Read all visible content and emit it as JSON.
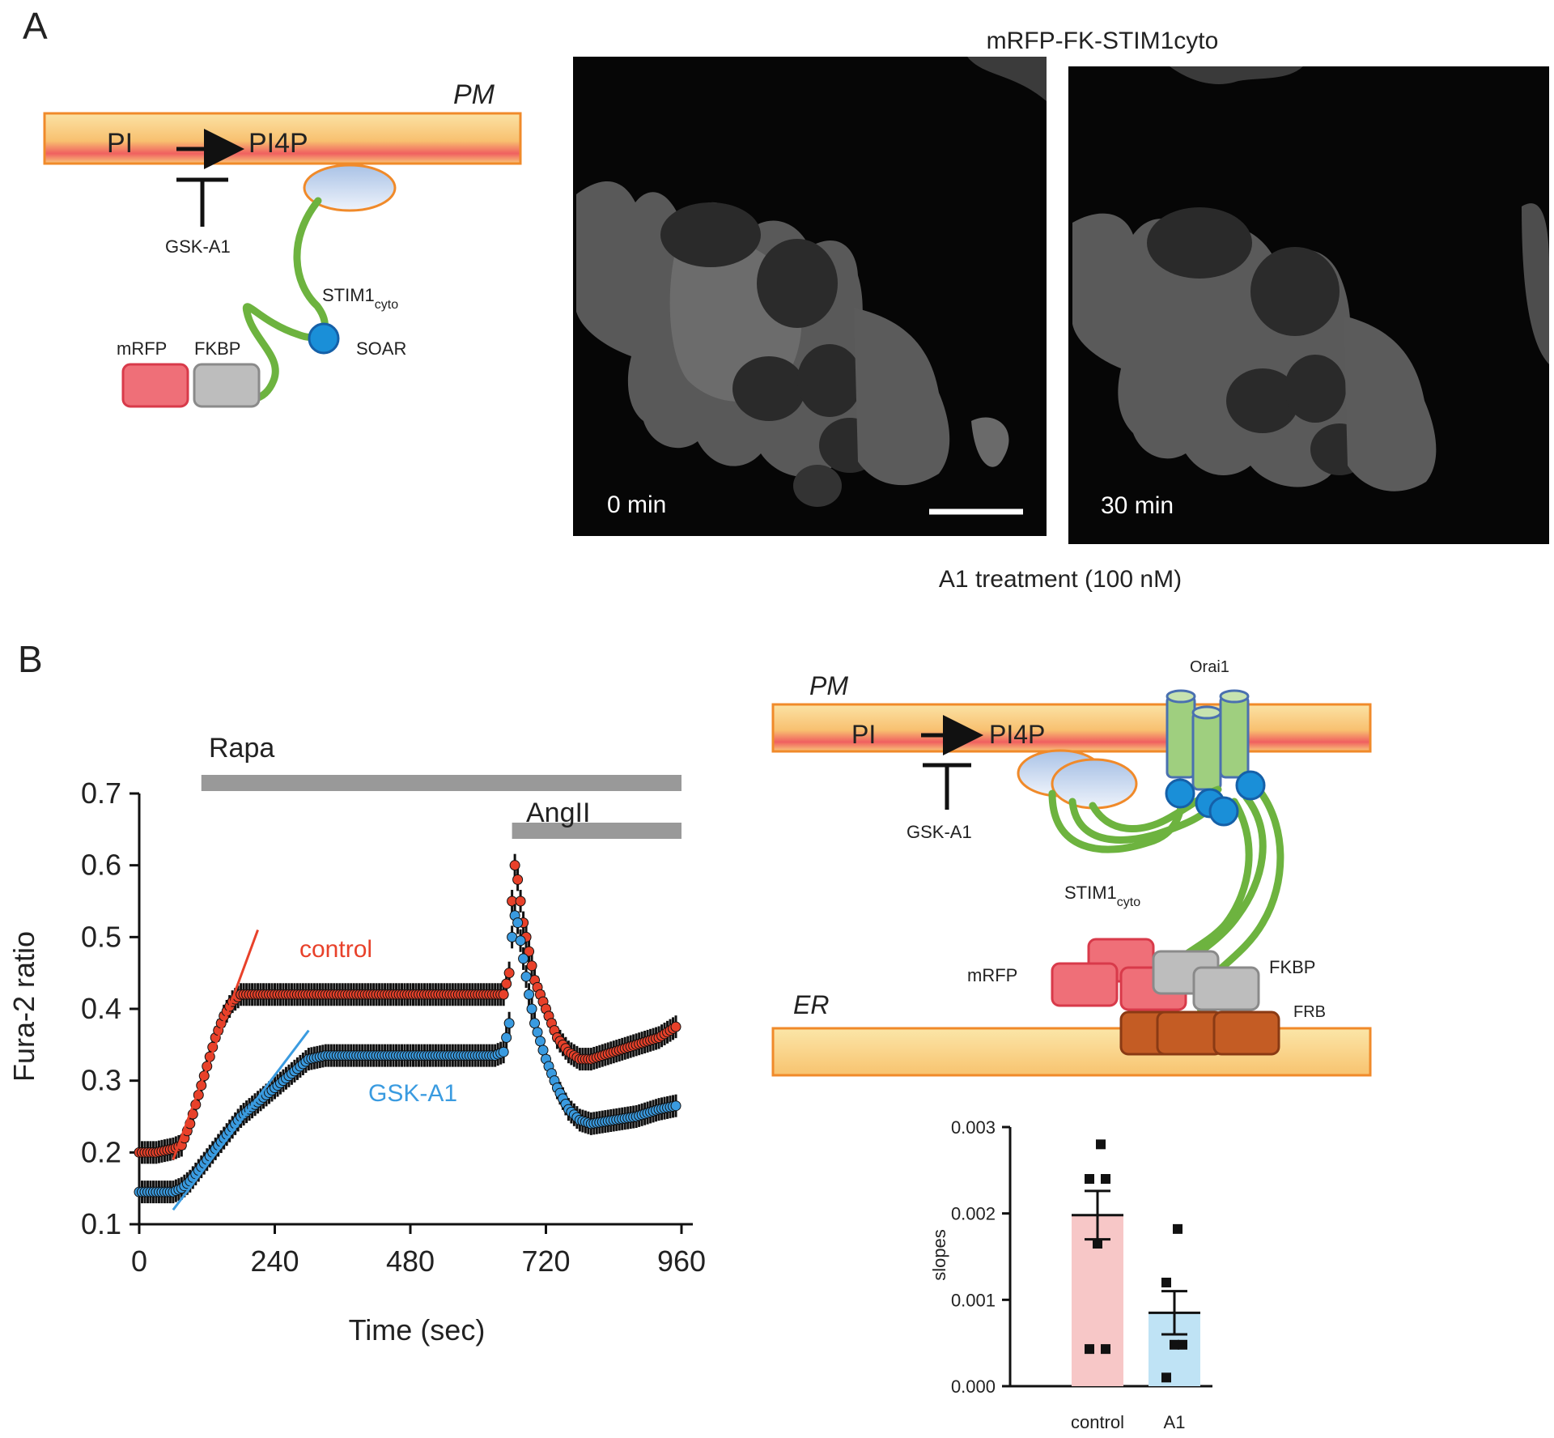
{
  "panel_a": {
    "panel_letter": "A",
    "schematic": {
      "pm_label": "PM",
      "pi_label": "PI",
      "pi4p_label": "PI4P",
      "inhibitor_label": "GSK-A1",
      "stim_label": "STIM1",
      "stim_sub": "cyto",
      "soar_label": "SOAR",
      "mrfp_label": "mRFP",
      "fkbp_label": "FKBP"
    },
    "images_title": "mRFP-FK-STIM1cyto",
    "image_left_label": "0 min",
    "image_right_label": "30 min",
    "treatment_caption": "A1 treatment (100 nM)"
  },
  "panel_b": {
    "panel_letter": "B",
    "schematic": {
      "pm_label": "PM",
      "pi_label": "PI",
      "pi4p_label": "PI4P",
      "inhibitor_label": "GSK-A1",
      "orai_label": "Orai1",
      "stim_label": "STIM1",
      "stim_sub": "cyto",
      "mrfp_label": "mRFP",
      "fkbp_label": "FKBP",
      "er_label": "ER",
      "frb_label": "FRB"
    }
  },
  "colors": {
    "control": "#e8412a",
    "gsk": "#3a9be0",
    "control_bar": "#f7c7c7",
    "a1_bar": "#bfe3f5",
    "membrane": "#f9c979",
    "stim_green": "#6db33f",
    "mrfp_red": "#ef6f78",
    "fkbp_gray": "#bdbdbd",
    "frb_brown": "#c45c24",
    "soar_blue": "#1a8fd8"
  },
  "chart_data": [
    {
      "type": "line",
      "xlabel": "Time (sec)",
      "ylabel": "Fura-2 ratio",
      "xlim": [
        0,
        960
      ],
      "ylim": [
        0.1,
        0.7
      ],
      "xticks": [
        "0",
        "240",
        "480",
        "720",
        "960"
      ],
      "yticks": [
        "0.1",
        "0.2",
        "0.3",
        "0.4",
        "0.5",
        "0.6",
        "0.7"
      ],
      "annotations": {
        "rapa": "Rapa",
        "angii": "AngII"
      },
      "bars": [
        {
          "label": "Rapa",
          "start": 110,
          "end": 960
        },
        {
          "label": "AngII",
          "start": 660,
          "end": 960
        }
      ],
      "series": [
        {
          "name": "control",
          "x": [
            0,
            30,
            60,
            75,
            90,
            105,
            120,
            135,
            150,
            165,
            180,
            195,
            210,
            240,
            300,
            360,
            420,
            480,
            540,
            600,
            630,
            645,
            655,
            660,
            665,
            670,
            680,
            690,
            700,
            720,
            740,
            760,
            780,
            800,
            840,
            880,
            920,
            950
          ],
          "y": [
            0.2,
            0.2,
            0.205,
            0.21,
            0.24,
            0.28,
            0.32,
            0.36,
            0.39,
            0.41,
            0.42,
            0.42,
            0.42,
            0.42,
            0.42,
            0.42,
            0.42,
            0.42,
            0.42,
            0.42,
            0.42,
            0.42,
            0.45,
            0.55,
            0.6,
            0.58,
            0.52,
            0.48,
            0.44,
            0.4,
            0.36,
            0.34,
            0.33,
            0.33,
            0.34,
            0.35,
            0.36,
            0.375
          ]
        },
        {
          "name": "GSK-A1",
          "x": [
            0,
            30,
            60,
            75,
            90,
            105,
            120,
            150,
            180,
            210,
            240,
            270,
            300,
            330,
            360,
            420,
            480,
            540,
            600,
            630,
            645,
            655,
            660,
            665,
            670,
            680,
            690,
            700,
            720,
            740,
            760,
            780,
            800,
            840,
            880,
            920,
            950
          ],
          "y": [
            0.145,
            0.145,
            0.145,
            0.15,
            0.16,
            0.175,
            0.19,
            0.22,
            0.25,
            0.27,
            0.29,
            0.31,
            0.33,
            0.335,
            0.335,
            0.335,
            0.335,
            0.335,
            0.335,
            0.335,
            0.34,
            0.38,
            0.5,
            0.53,
            0.52,
            0.47,
            0.42,
            0.38,
            0.33,
            0.29,
            0.26,
            0.245,
            0.24,
            0.245,
            0.25,
            0.26,
            0.265
          ]
        }
      ],
      "fit_lines": [
        {
          "name": "control",
          "x": [
            60,
            210
          ],
          "y": [
            0.19,
            0.51
          ]
        },
        {
          "name": "GSK-A1",
          "x": [
            60,
            300
          ],
          "y": [
            0.12,
            0.37
          ]
        }
      ]
    },
    {
      "type": "bar",
      "ylabel": "slopes",
      "categories": [
        "control",
        "A1"
      ],
      "values": [
        0.00198,
        0.00085
      ],
      "errors": [
        0.00028,
        0.00025
      ],
      "ylim": [
        0,
        0.003
      ],
      "yticks": [
        "0.000",
        "0.001",
        "0.002",
        "0.003"
      ],
      "points": [
        [
          0.0028,
          0.0024,
          0.0024,
          0.00165,
          0.00043,
          0.00043
        ],
        [
          0.00182,
          0.0012,
          0.00048,
          0.00048,
          0.0001
        ]
      ]
    }
  ]
}
